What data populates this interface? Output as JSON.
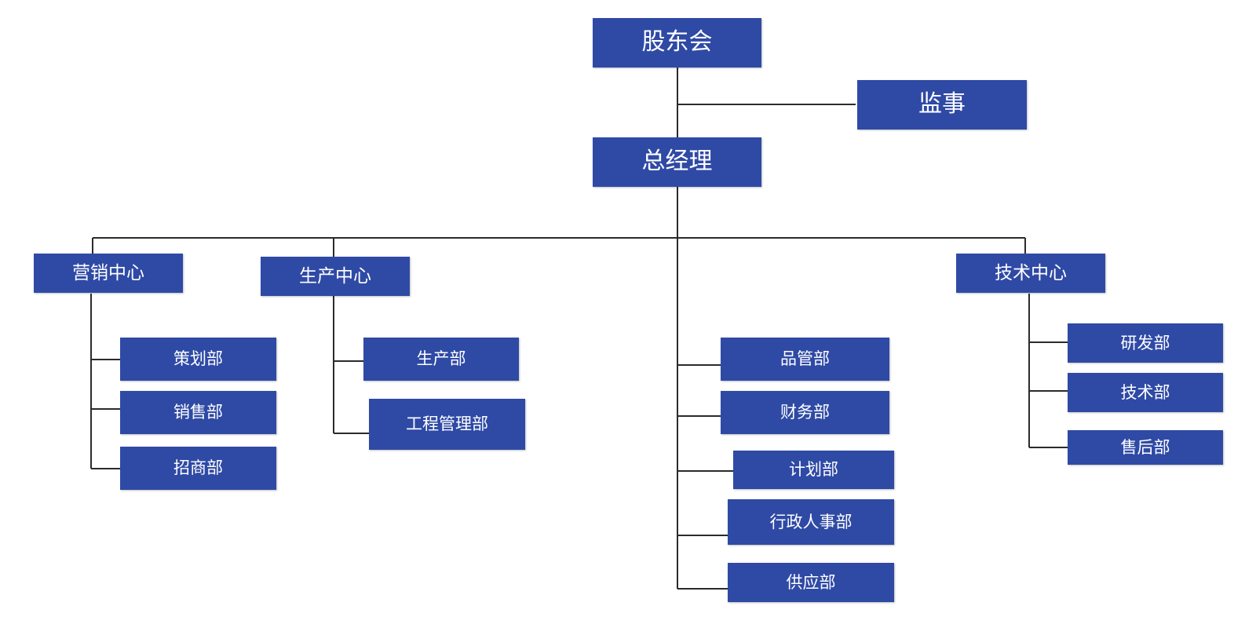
{
  "colors": {
    "box_fill": "#2f4aa5",
    "box_text": "#ffffff",
    "connector": "#2b2b2b"
  },
  "org": {
    "shareholders": "股东会",
    "supervisor": "监事",
    "general_manager": "总经理",
    "marketing": {
      "name": "营销中心",
      "depts": [
        "策划部",
        "销售部",
        "招商部"
      ]
    },
    "production": {
      "name": "生产中心",
      "depts": [
        "生产部",
        "工程管理部"
      ]
    },
    "direct": [
      "品管部",
      "财务部",
      "计划部",
      "行政人事部",
      "供应部"
    ],
    "technology": {
      "name": "技术中心",
      "depts": [
        "研发部",
        "技术部",
        "售后部"
      ]
    }
  }
}
